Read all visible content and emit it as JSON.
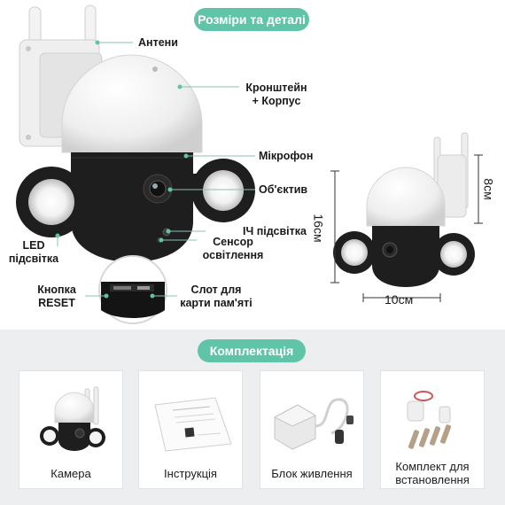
{
  "header": {
    "title": "Розміри та деталі"
  },
  "callouts": {
    "antennas": "Антени",
    "bracket_line1": "Кронштейн",
    "bracket_line2": "+ Корпус",
    "microphone": "Мікрофон",
    "lens": "Об'єктив",
    "ir_light": "ІЧ підсвітка",
    "sensor_line1": "Сенсор",
    "sensor_line2": "освітлення",
    "led_line1": "LED",
    "led_line2": "підсвітка",
    "reset_line1": "Кнопка",
    "reset_line2": "RESET",
    "slot_line1": "Слот для",
    "slot_line2": "карти пам'яті"
  },
  "dimensions": {
    "height": "16см",
    "width": "10см",
    "top": "8см"
  },
  "package": {
    "title": "Комплектація",
    "items": [
      {
        "label": "Камера",
        "icon": "camera-icon"
      },
      {
        "label": "Інструкція",
        "icon": "manual-icon"
      },
      {
        "label": "Блок живлення",
        "icon": "power-adapter-icon"
      },
      {
        "label_line1": "Комплект для",
        "label_line2": "встановлення",
        "icon": "mounting-kit-icon"
      }
    ]
  },
  "colors": {
    "accent": "#5fc4a8",
    "panel": "#eceeef",
    "camera_body": "#1c1c1c",
    "dome": "#f4f4f4"
  }
}
